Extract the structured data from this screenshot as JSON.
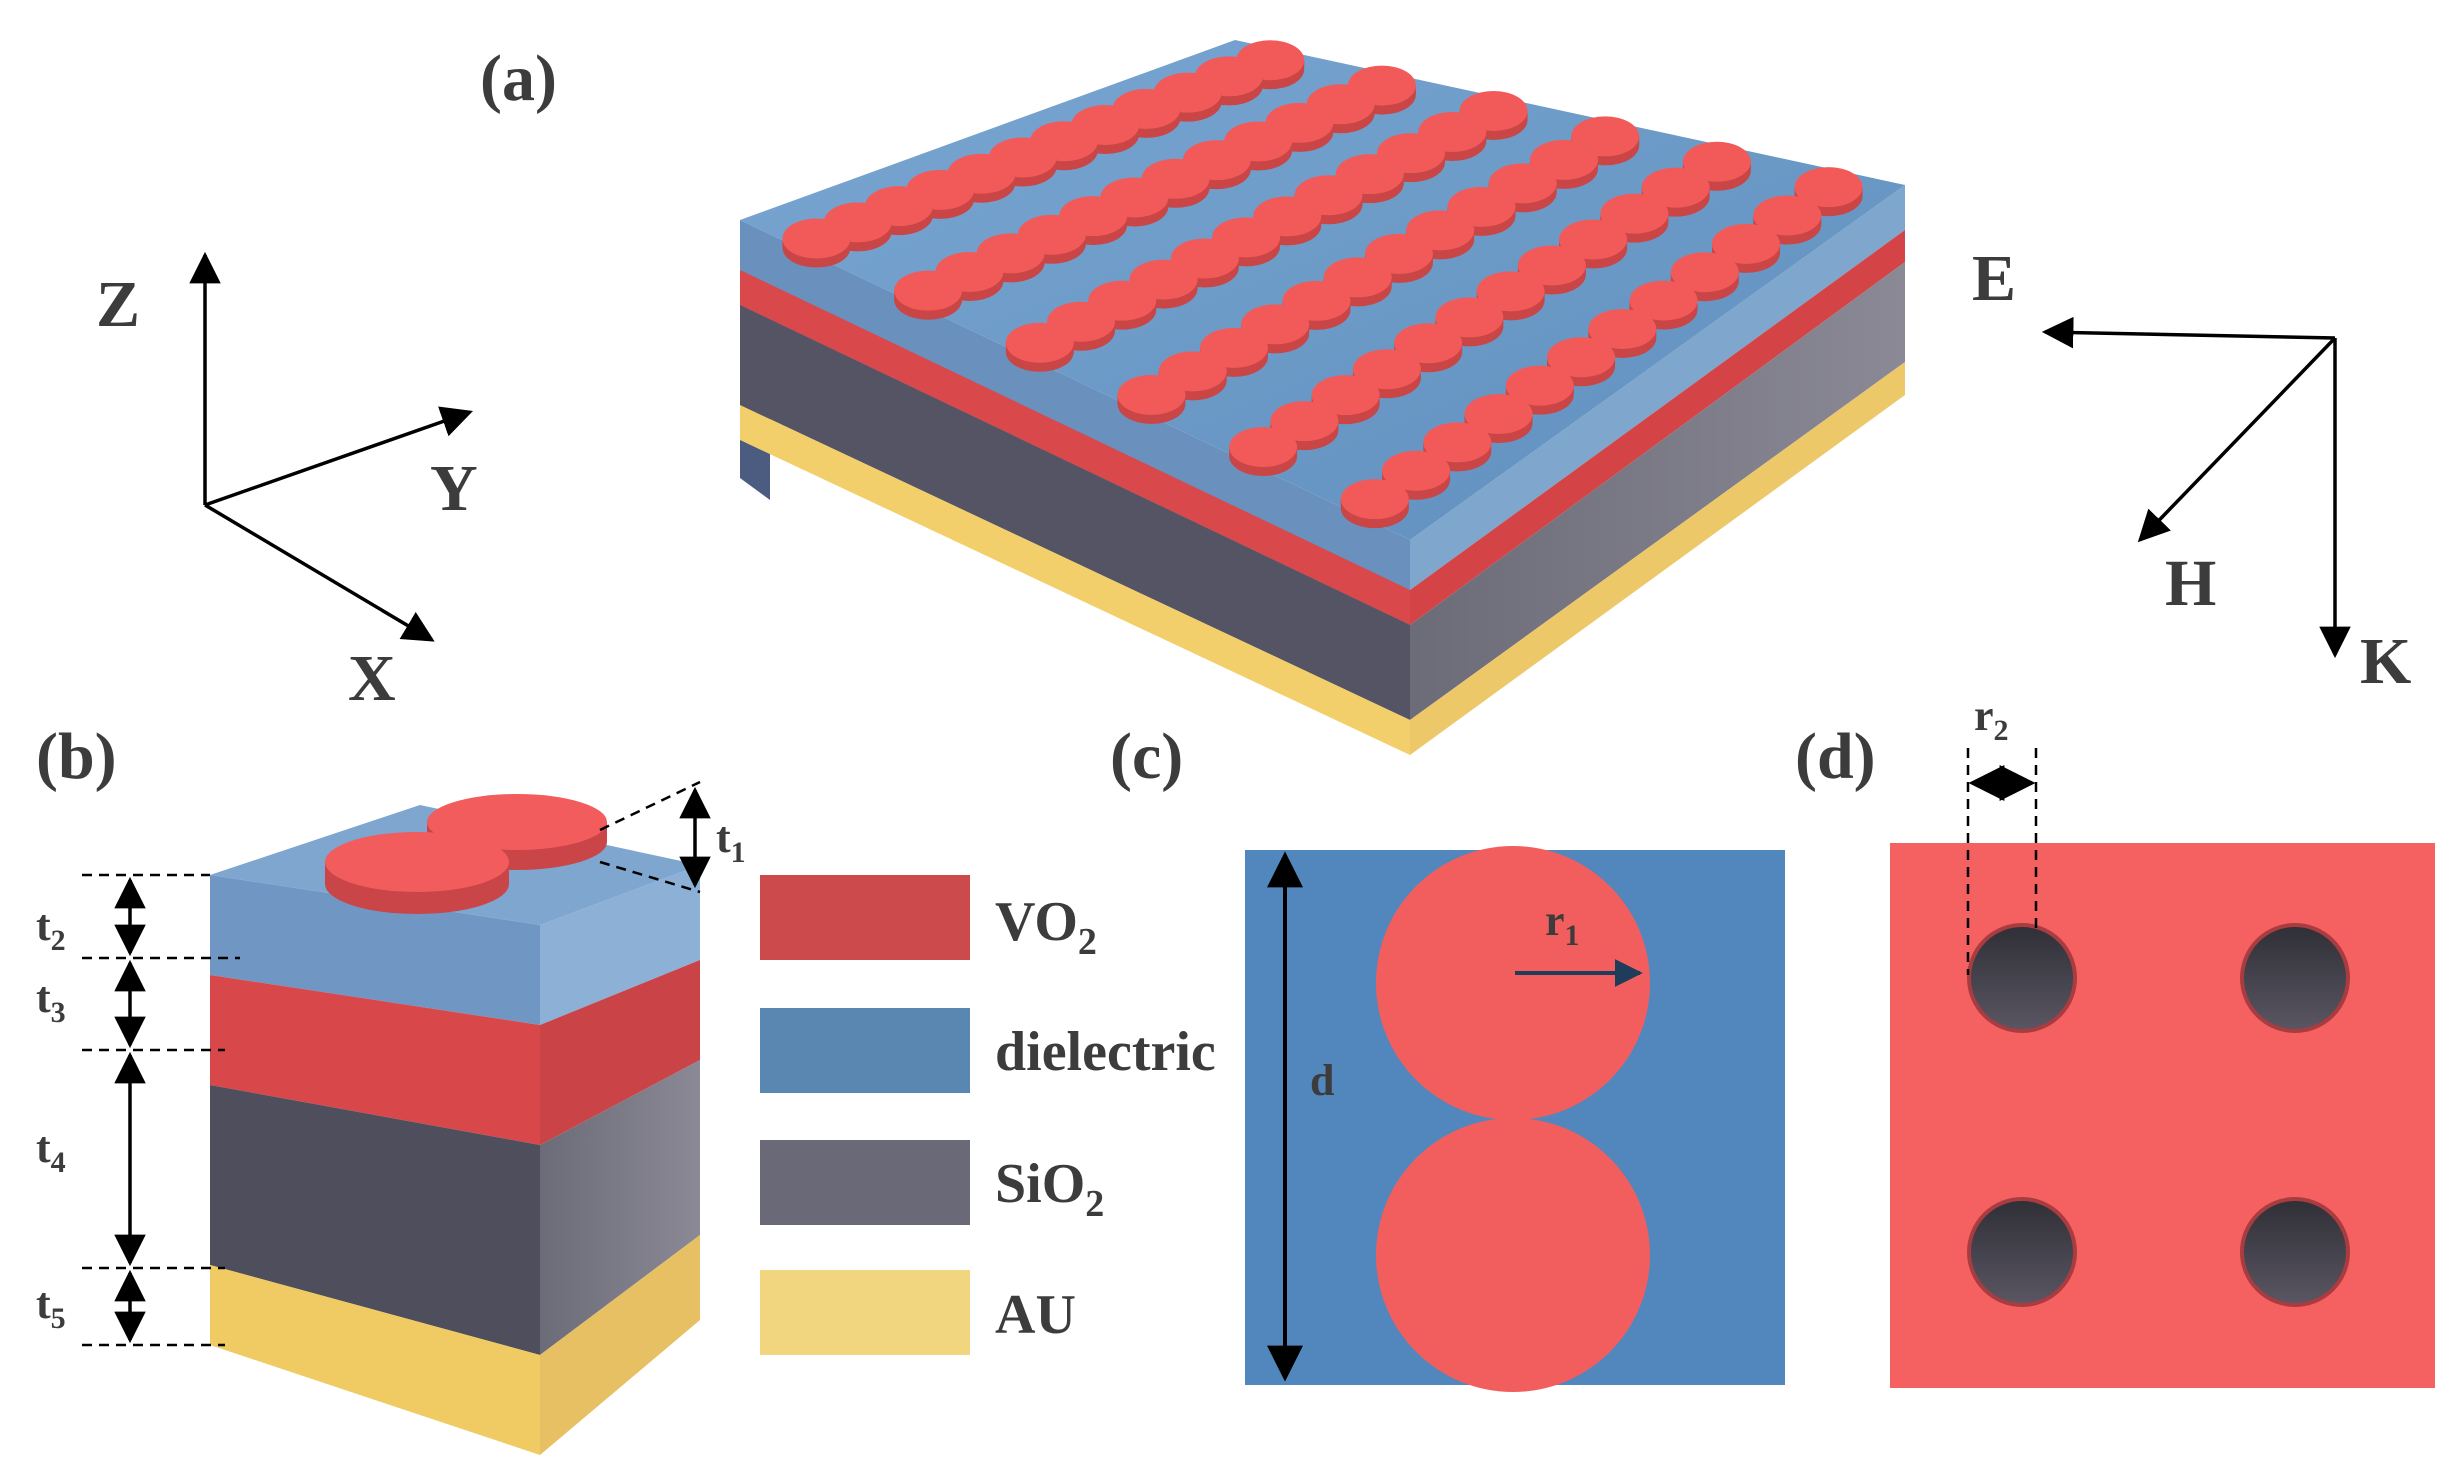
{
  "panels": {
    "a": "(a)",
    "b": "(b)",
    "c": "(c)",
    "d": "(d)"
  },
  "axes": {
    "z": "Z",
    "y": "Y",
    "x": "X"
  },
  "field": {
    "e": "E",
    "h": "H",
    "k": "K"
  },
  "dimensions": {
    "t1": {
      "base": "t",
      "sub": "1"
    },
    "t2": {
      "base": "t",
      "sub": "2"
    },
    "t3": {
      "base": "t",
      "sub": "3"
    },
    "t4": {
      "base": "t",
      "sub": "4"
    },
    "t5": {
      "base": "t",
      "sub": "5"
    },
    "r1": {
      "base": "r",
      "sub": "1"
    },
    "r2": {
      "base": "r",
      "sub": "2"
    },
    "d": "d"
  },
  "legend": [
    {
      "base": "VO",
      "sub": "2",
      "color": "#cd4a4c"
    },
    {
      "base": "dielectric",
      "sub": "",
      "color": "#5a86b2"
    },
    {
      "base": "SiO",
      "sub": "2",
      "color": "#6a6977"
    },
    {
      "base": "AU",
      "sub": "",
      "color": "#f1d57f"
    }
  ],
  "colors": {
    "vo2": "#f25a5a",
    "vo2_dark": "#c94546",
    "dielectric": "#6f9cc9",
    "dielectric_dark": "#4f7fae",
    "sio2": "#5f5e6b",
    "gold": "#f0cf6e"
  }
}
